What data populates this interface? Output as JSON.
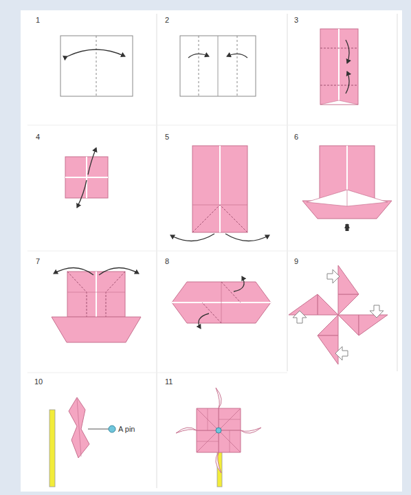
{
  "diagram": {
    "labels": [
      "1",
      "2",
      "3",
      "4",
      "5",
      "6",
      "7",
      "8",
      "9",
      "10",
      "11",
      "A pin"
    ]
  }
}
